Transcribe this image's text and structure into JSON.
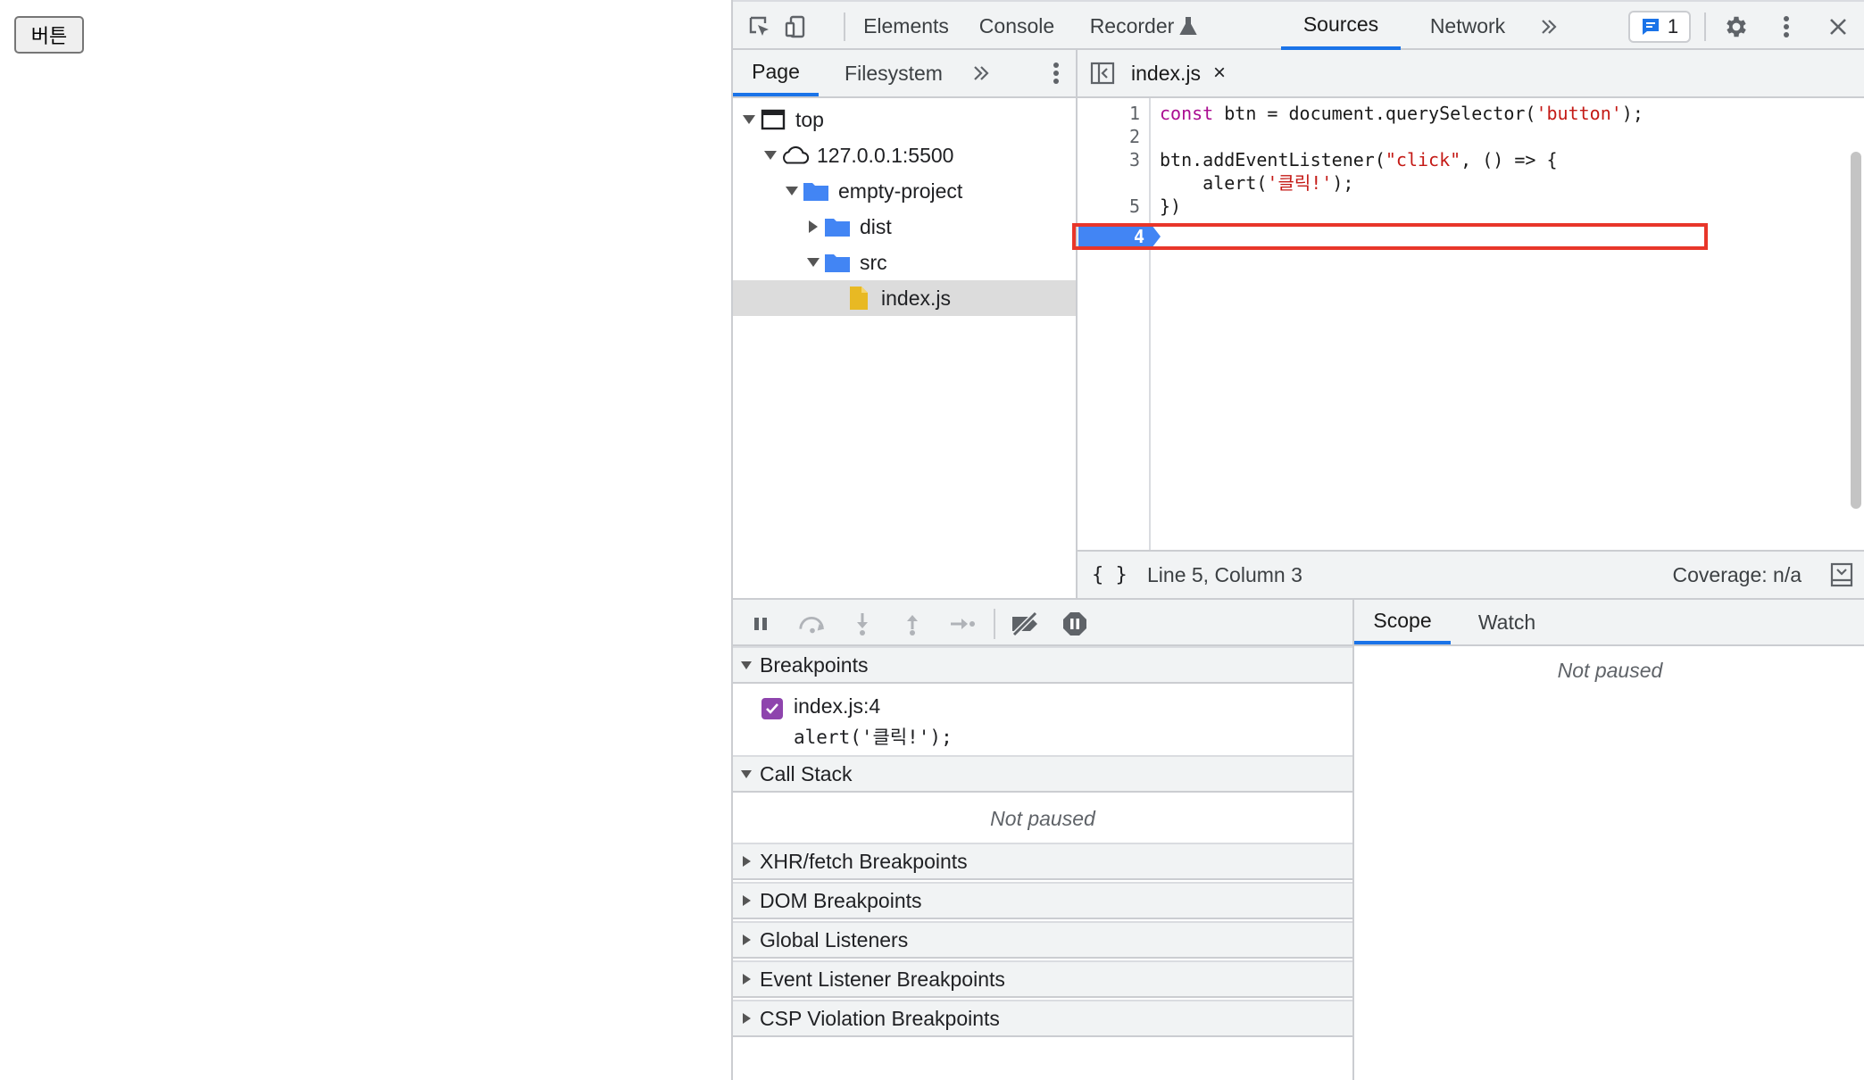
{
  "page": {
    "button_label": "버튼"
  },
  "devtools": {
    "main_tabs": [
      "Elements",
      "Console",
      "Recorder",
      "Sources",
      "Network"
    ],
    "active_tab": "Sources",
    "issues_count": "1",
    "colors": {
      "accent": "#1a73e8",
      "highlight_box": "#e8362a",
      "breakpoint": "#4285f4",
      "checkbox": "#8e44ad",
      "folder": "#4285f4",
      "file": "#e8b923"
    }
  },
  "navigator": {
    "tabs": [
      "Page",
      "Filesystem"
    ],
    "tree": [
      {
        "label": "top",
        "expanded": true,
        "icon": "frame-icon",
        "depth": 0
      },
      {
        "label": "127.0.0.1:5500",
        "expanded": true,
        "icon": "cloud-icon",
        "depth": 1
      },
      {
        "label": "empty-project",
        "expanded": true,
        "icon": "folder-icon",
        "depth": 2
      },
      {
        "label": "dist",
        "expanded": false,
        "icon": "folder-icon",
        "depth": 3
      },
      {
        "label": "src",
        "expanded": true,
        "icon": "folder-icon",
        "depth": 3
      },
      {
        "label": "index.js",
        "icon": "file-icon",
        "depth": 4,
        "selected": true
      }
    ]
  },
  "editor": {
    "file_tab": "index.js",
    "close_symbol": "×",
    "line_numbers": [
      "1",
      "2",
      "3",
      "4",
      "5"
    ],
    "breakpoint_line": 4,
    "status": {
      "pretty_print": "{ }",
      "cursor": "Line 5, Column 3",
      "coverage": "Coverage: n/a"
    }
  },
  "debugger": {
    "sections": {
      "breakpoints": "Breakpoints",
      "call_stack": "Call Stack",
      "xhr": "XHR/fetch Breakpoints",
      "dom": "DOM Breakpoints",
      "global": "Global Listeners",
      "event": "Event Listener Breakpoints",
      "csp": "CSP Violation Breakpoints"
    },
    "breakpoint_item": {
      "file": "index.js:4",
      "code": "alert('클릭!');",
      "checked": true
    },
    "call_stack_status": "Not paused",
    "right_tabs": [
      "Scope",
      "Watch"
    ],
    "scope_status": "Not paused"
  }
}
